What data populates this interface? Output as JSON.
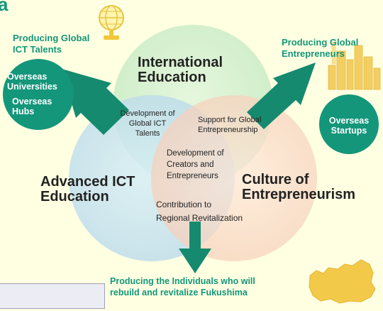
{
  "corner_letter": "a",
  "venn": {
    "international": "International\nEducation",
    "advanced": "Advanced ICT\nEducation",
    "culture": "Culture of\nEntrepreneurism",
    "dev_global": "Development of\nGlobal ICT\nTalents",
    "support_global": "Support for Global\nEntrepreneurship",
    "dev_creators": "Development of\nCreators and\nEntrepreneurs",
    "contribution": "Contribution to\nRegional Revitalization"
  },
  "outcomes": {
    "global_ict": "Producing Global\nICT Talents",
    "global_entrepreneurs": "Producing Global\nEntrepreneurs",
    "fukushima": "Producing the Individuals who will\nrebuild and revitalize Fukushima"
  },
  "badges": {
    "overseas_universities": "Overseas\nUniversities",
    "overseas_hubs": "Overseas\nHubs",
    "overseas_startups": "Overseas\nStartups"
  },
  "colors": {
    "background": "#ffffe2",
    "accent_green": "#14967a",
    "international_circle": "#cdeccd",
    "advanced_circle": "#c5e0ec",
    "culture_circle": "#f8d8c4"
  },
  "icons": [
    "globe-trophy-icon",
    "city-buildings-icon",
    "fukushima-map-icon"
  ]
}
